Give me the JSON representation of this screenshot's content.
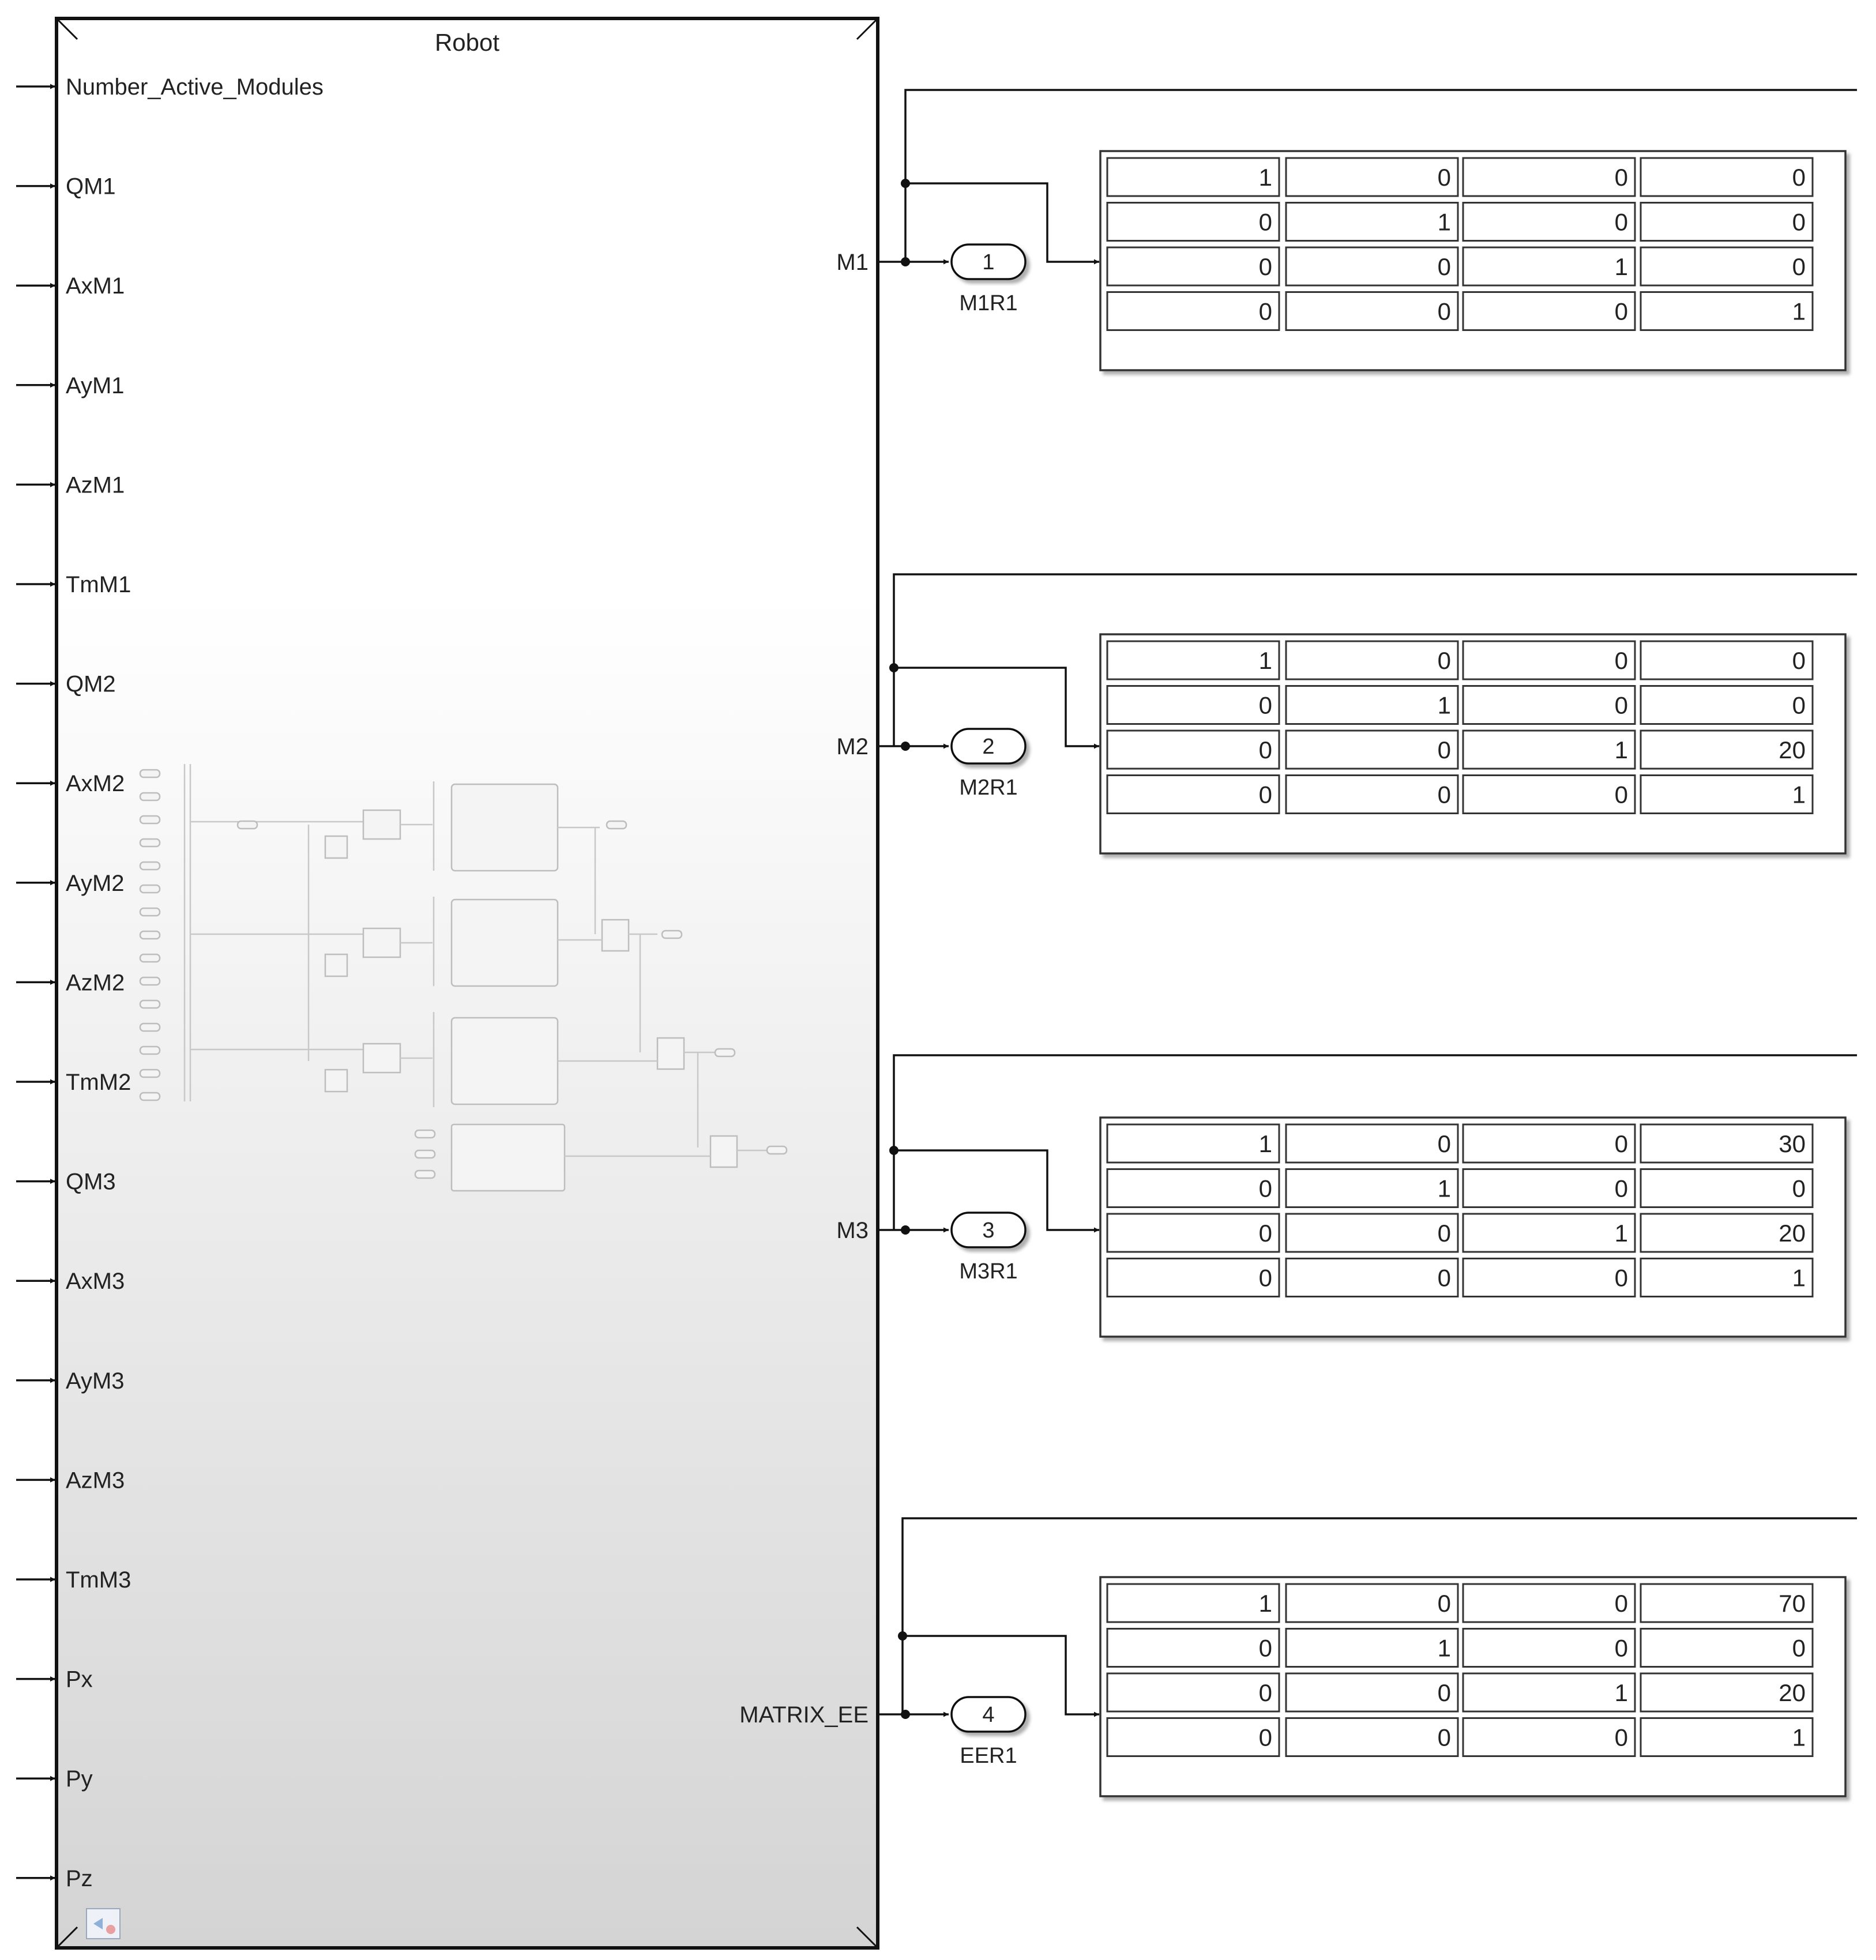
{
  "subsystem": {
    "title": "Robot",
    "inputs": [
      "Number_Active_Modules",
      "QM1",
      "AxM1",
      "AyM1",
      "AzM1",
      "TmM1",
      "QM2",
      "AxM2",
      "AyM2",
      "AzM2",
      "TmM2",
      "QM3",
      "AxM3",
      "AyM3",
      "AzM3",
      "TmM3",
      "Px",
      "Py",
      "Pz"
    ],
    "outputs": [
      "M1",
      "M2",
      "M3",
      "MATRIX_EE"
    ]
  },
  "outports": [
    {
      "number": "1",
      "name": "M1R1"
    },
    {
      "number": "2",
      "name": "M2R1"
    },
    {
      "number": "3",
      "name": "M3R1"
    },
    {
      "number": "4",
      "name": "EER1"
    }
  ],
  "displays": [
    {
      "values": [
        [
          "1",
          "0",
          "0",
          "0"
        ],
        [
          "0",
          "1",
          "0",
          "0"
        ],
        [
          "0",
          "0",
          "1",
          "0"
        ],
        [
          "0",
          "0",
          "0",
          "1"
        ]
      ]
    },
    {
      "values": [
        [
          "1",
          "0",
          "0",
          "0"
        ],
        [
          "0",
          "1",
          "0",
          "0"
        ],
        [
          "0",
          "0",
          "1",
          "20"
        ],
        [
          "0",
          "0",
          "0",
          "1"
        ]
      ]
    },
    {
      "values": [
        [
          "1",
          "0",
          "0",
          "30"
        ],
        [
          "0",
          "1",
          "0",
          "0"
        ],
        [
          "0",
          "0",
          "1",
          "20"
        ],
        [
          "0",
          "0",
          "0",
          "1"
        ]
      ]
    },
    {
      "values": [
        [
          "1",
          "0",
          "0",
          "70"
        ],
        [
          "0",
          "1",
          "0",
          "0"
        ],
        [
          "0",
          "0",
          "1",
          "20"
        ],
        [
          "0",
          "0",
          "0",
          "1"
        ]
      ]
    }
  ],
  "colors": {
    "block_top": "#ffffff",
    "block_bottom": "#d4d4d4",
    "line": "#111111"
  }
}
